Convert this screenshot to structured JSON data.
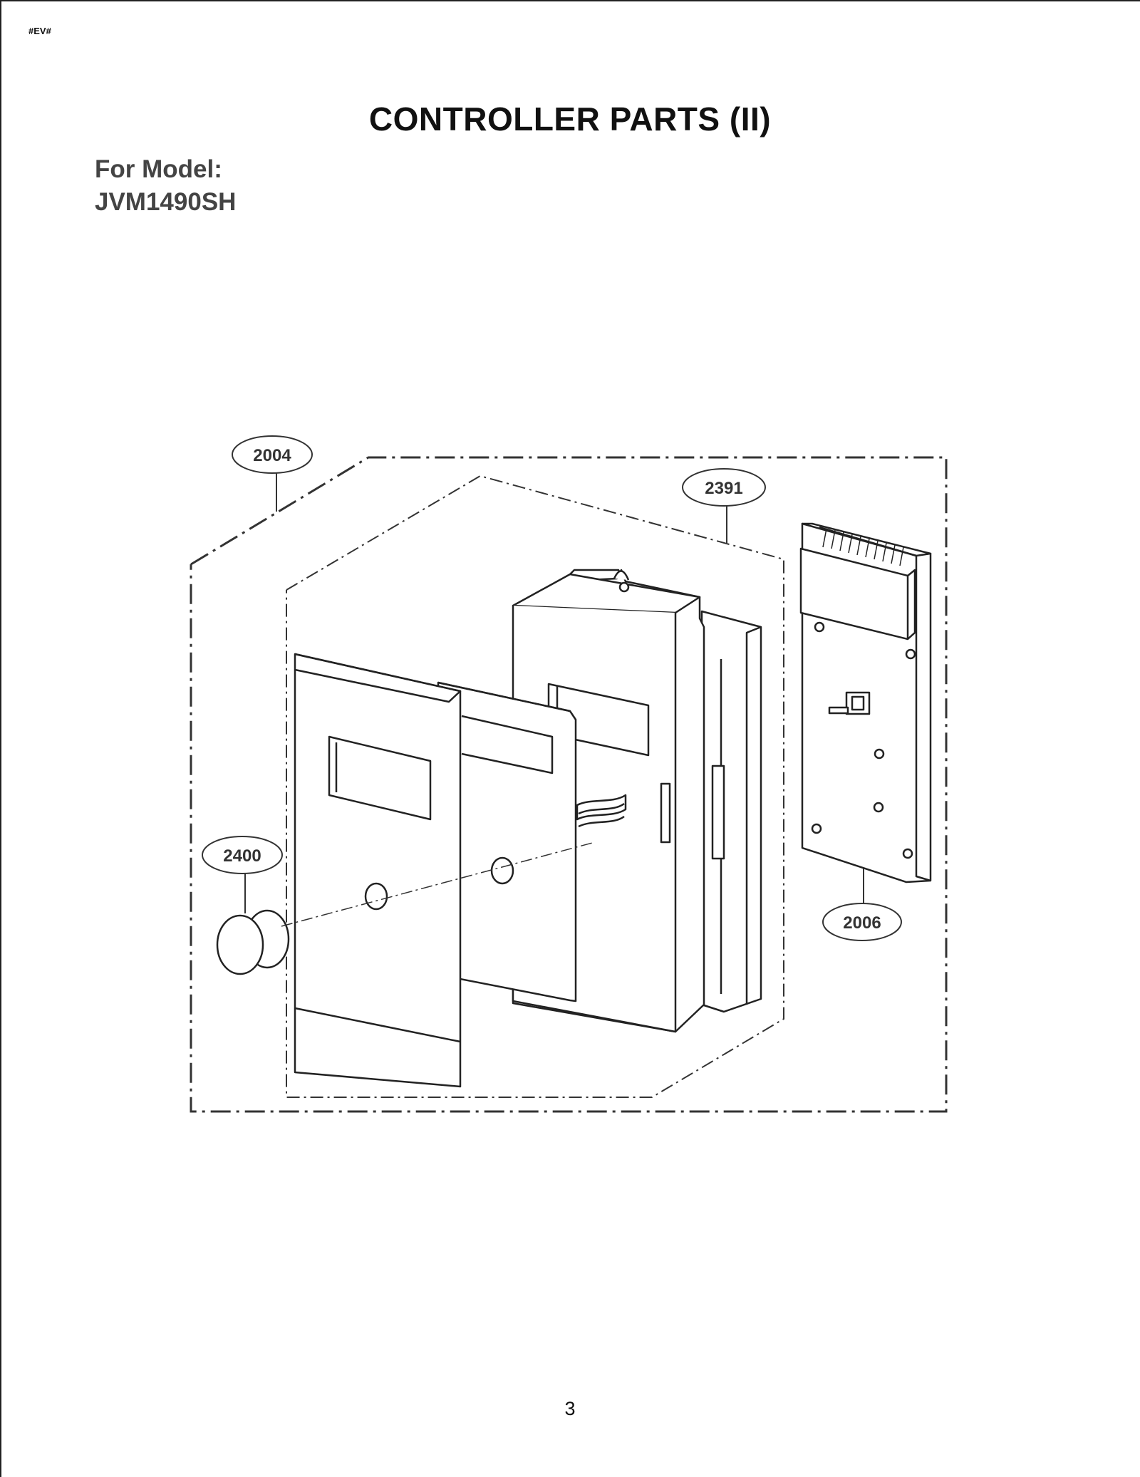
{
  "document": {
    "code": "#EV#",
    "title": "CONTROLLER PARTS (II)",
    "model_label": "For Model:",
    "model_name": "JVM1490SH",
    "page_number": "3"
  },
  "callouts": {
    "outer_assembly": "2004",
    "inner_assembly": "2391",
    "knob": "2400",
    "pcb": "2006"
  }
}
